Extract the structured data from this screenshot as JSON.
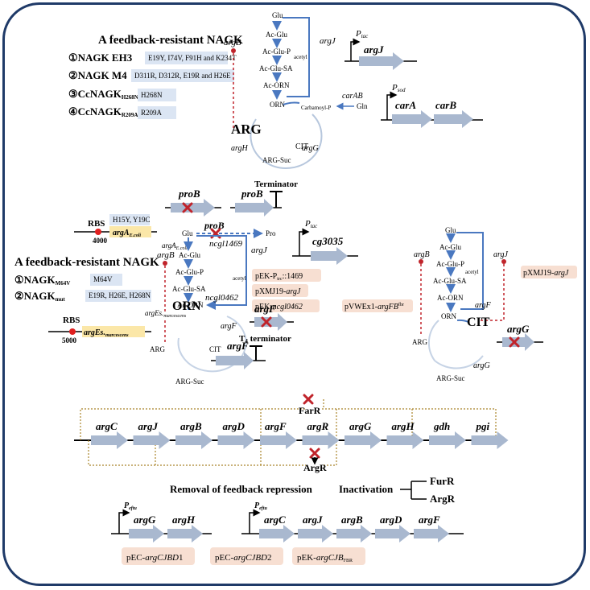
{
  "panel1": {
    "title": "A feedback-resistant NAGK",
    "mutants": [
      {
        "num": "①",
        "name": "NAGK EH3",
        "mut": "E19Y, I74V, F91H and K234T"
      },
      {
        "num": "②",
        "name": "NAGK M4",
        "mut": "D311R, D312R, E19R and H26E"
      },
      {
        "num": "③",
        "name": "CcNAGK",
        "sub": "H268N",
        "mut": "H268N"
      },
      {
        "num": "④",
        "name": "CcNAGK",
        "sub": "R209A",
        "mut": "R209A"
      }
    ],
    "pathway": {
      "glu": "Glu",
      "ac_glu": "Ac-Glu",
      "ac_glu_p": "Ac-Glu-P",
      "ac_glu_sa": "Ac-Glu-SA",
      "ac_orn": "Ac-ORN",
      "orn": "ORN",
      "cit": "CIT",
      "arg_suc": "ARG-Suc",
      "arg": "ARG",
      "acetyl": "acetyl",
      "carbamoyl": "Carbamoyl-P",
      "gln": "Gln",
      "argB": "argB",
      "argJ": "argJ",
      "argH": "argH",
      "argG": "argG",
      "carAB": "carAB"
    },
    "promoter_tac": "P",
    "promoter_tac_sub": "tac",
    "promoter_sod": "P",
    "promoter_sod_sub": "sod",
    "genes": {
      "argJ": "argJ",
      "carA": "carA",
      "carB": "carB"
    }
  },
  "panel2": {
    "title": "A feedback-resistant NAGK",
    "mutants": [
      {
        "num": "①",
        "name": "NAGK",
        "sub": "M64V",
        "mut": "M64V"
      },
      {
        "num": "②",
        "name": "NAGK",
        "sub": "mut",
        "mut": "E19R, H26E, H268N"
      }
    ],
    "rbs1": {
      "label": "RBS",
      "num": "4000",
      "gene": "argA",
      "gene_sub": "E.coli",
      "mut": "H15Y, Y19C"
    },
    "rbs2": {
      "label": "RBS",
      "num": "5000",
      "gene": "argEs.",
      "gene_sub": "marcescens"
    },
    "terminator": "Terminator",
    "t4_terminator": "T",
    "t4_sub": "4",
    "t4_rest": " terminator",
    "genes": {
      "proB": "proB",
      "cg3035": "cg3035",
      "argF": "argF"
    },
    "promoter_tac": "P",
    "promoter_tac_sub": "tac",
    "pathway": {
      "glu": "Glu",
      "pro": "Pro",
      "proB": "proB",
      "argA": "argA",
      "argA_sub": "E.coli",
      "ncgl1469": "ncgl1469",
      "argJ": "argJ",
      "cg3035": "cg3035",
      "ac_glu": "Ac-Glu",
      "ac_glu_p": "Ac-Glu-P",
      "ac_glu_sa": "Ac-Glu-SA",
      "ac_orn": "Ac-ORN",
      "argB": "argB",
      "ncgl0462": "ncgl0462",
      "acetyl": "acetyl",
      "argEs": "argEs.",
      "argEs_sub": "marcescens",
      "orn": "ORN",
      "arg": "ARG",
      "cit": "CIT",
      "arg_suc": "ARG-Suc",
      "argF": "argF"
    },
    "plasmids": [
      {
        "pre": "pEK-P",
        "sub": "trc",
        "post": "::1469"
      },
      {
        "pre": "pXMJ19-",
        "ital": "argJ",
        "post": ""
      },
      {
        "pre": "pEK-",
        "ital": "ncgl0462",
        "post": ""
      }
    ]
  },
  "panel3": {
    "pathway": {
      "glu": "Glu",
      "ac_glu": "Ac-Glu",
      "ac_glu_p": "Ac-Glu-P",
      "ac_glu_sa": "Ac-Glu-SA",
      "ac_orn": "Ac-ORN",
      "orn": "ORN",
      "cit": "CIT",
      "arg": "ARG",
      "arg_suc": "ARG-Suc",
      "acetyl": "acetyl",
      "argB": "argB",
      "argJ": "argJ",
      "argF": "argF",
      "argG": "argG"
    },
    "plasmid_fb": {
      "pre": "pVWEx1-",
      "ital": "argFB",
      "sup": "fbr"
    },
    "plasmid_argj": {
      "pre": "pXMJ19-",
      "ital": "argJ"
    },
    "gene_argG": "argG"
  },
  "panel4": {
    "operon": [
      "argC",
      "argJ",
      "argB",
      "argD",
      "argF",
      "argR",
      "argG",
      "argH",
      "gdh",
      "pgi"
    ],
    "farR": "FarR",
    "argR": "ArgR",
    "removal": "Removal of feedback repression",
    "inactivation": "Inactivation",
    "inact_targets": [
      "FurR",
      "ArgR"
    ],
    "op1": {
      "promoter": "P",
      "promoter_sub": "eftu",
      "genes": [
        "argG",
        "argH"
      ]
    },
    "op2": {
      "promoter": "P",
      "promoter_sub": "eftu",
      "genes": [
        "argC",
        "argJ",
        "argB",
        "argD",
        "argF"
      ]
    },
    "plasmids": [
      {
        "pre": "pEC-",
        "ital": "argCJBD",
        "post": "1"
      },
      {
        "pre": "pEC-",
        "ital": "argCJBD",
        "post": "2"
      },
      {
        "pre": "pEK-",
        "ital": "argCJB",
        "sub": "FBR"
      }
    ]
  },
  "colors": {
    "frame": "#1f3a68",
    "arrow_gene": "#a9b8cf",
    "pathway": "#4a78c0",
    "inhibition": "#c0242b",
    "peach": "#f7dfd2",
    "blue_box": "#dbe5f3"
  }
}
